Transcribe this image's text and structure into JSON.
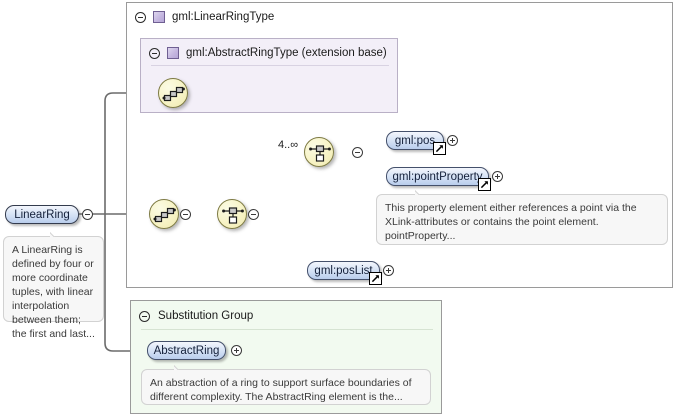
{
  "diagram": {
    "title": "gml:LinearRingType XSD diagram",
    "colors": {
      "element_fill": "#b9cdec",
      "element_border": "#44506b",
      "extension_panel": "#f3eff8",
      "substitution_panel": "#f2faf0",
      "connector_fill": "#f7f3c6",
      "connector_border": "#7d7a43",
      "wire": "#6b6b6b"
    }
  },
  "root": {
    "name": "root-element",
    "label": "LinearRing",
    "toggle": "collapse-icon",
    "annotation": "A LinearRing is defined by four or more coordinate tuples, with linear interpolation between them; the first and last..."
  },
  "type_panel": {
    "name": "gml-linearringtype-panel",
    "toggle": "collapse-icon",
    "icon": "type-swatch-icon",
    "label": "gml:LinearRingType"
  },
  "extension_panel": {
    "name": "gml-abstractringtype-panel",
    "toggle": "collapse-icon",
    "icon": "type-swatch-icon",
    "label": "gml:AbstractRingType (extension base)"
  },
  "substitution_panel": {
    "name": "substitution-group-panel",
    "toggle": "collapse-icon",
    "label": "Substitution Group",
    "member": {
      "label": "AbstractRing",
      "toggle": "expand-icon",
      "annotation": "An abstraction of a ring to support surface boundaries of different complexity. The AbstractRing element is the..."
    }
  },
  "connectors": [
    {
      "name": "sequence-node-extension",
      "kind": "sequence"
    },
    {
      "name": "sequence-node-main",
      "kind": "sequence"
    },
    {
      "name": "choice-node-main",
      "kind": "choice"
    },
    {
      "name": "sequence-node-repeat",
      "kind": "sequence"
    },
    {
      "name": "choice-node-pos",
      "kind": "choice"
    }
  ],
  "occurrence": {
    "name": "occurrence-label",
    "value": "4..∞"
  },
  "elements": [
    {
      "name": "element-gml-pos",
      "label": "gml:pos",
      "toggle": "expand-icon",
      "link": "external-link-icon"
    },
    {
      "name": "element-gml-pointproperty",
      "label": "gml:pointProperty",
      "toggle": "expand-icon",
      "link": "external-link-icon",
      "annotation": "This property element either references a point via the XLink-attributes or contains the point element. pointProperty..."
    },
    {
      "name": "element-gml-poslist",
      "label": "gml:posList",
      "toggle": "expand-icon",
      "link": "external-link-icon"
    }
  ]
}
